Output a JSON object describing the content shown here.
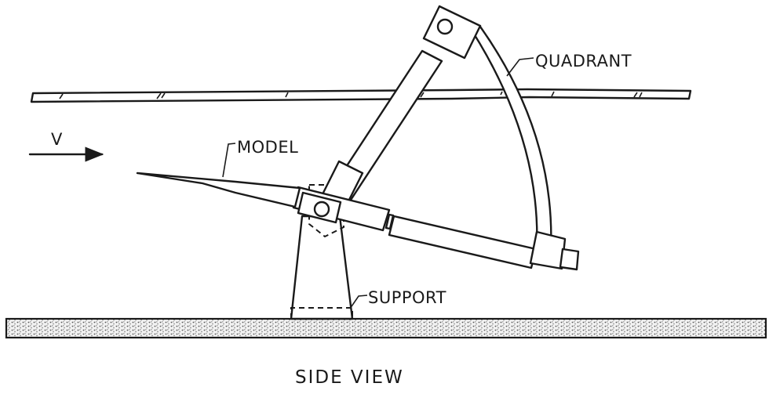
{
  "labels": {
    "velocity": "V",
    "model": "MODEL",
    "quadrant": "QUADRANT",
    "support": "SUPPORT"
  },
  "caption": "SIDE VIEW"
}
